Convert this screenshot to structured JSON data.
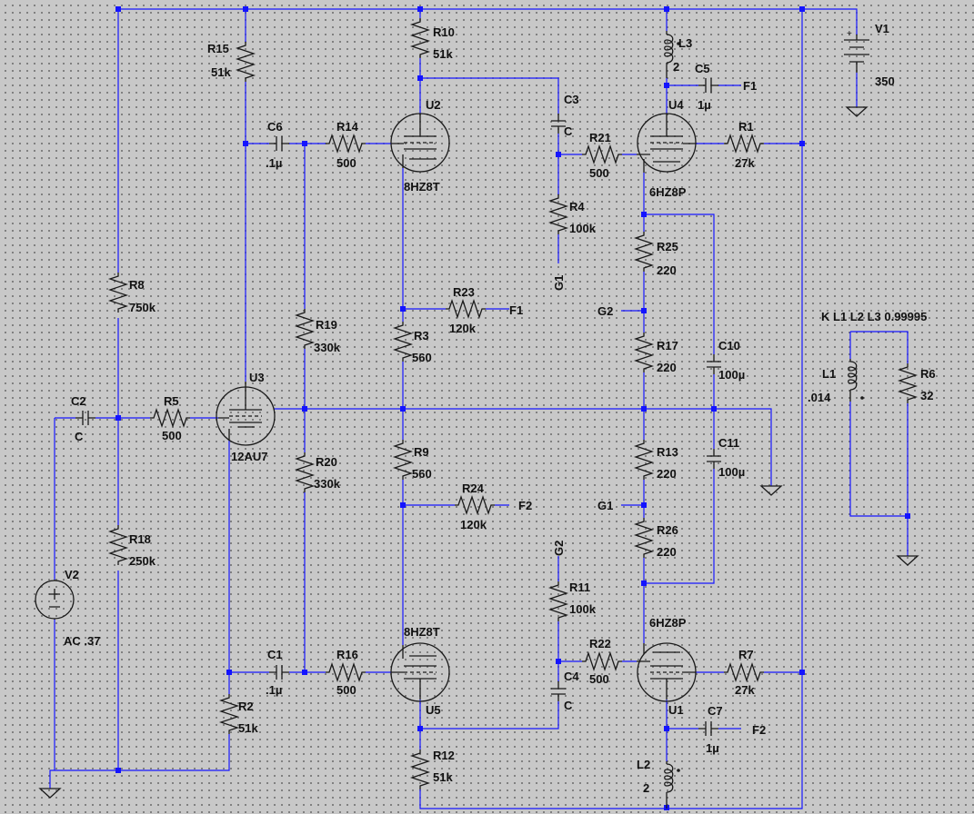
{
  "components": {
    "R15": {
      "ref": "R15",
      "value": "51k"
    },
    "R10": {
      "ref": "R10",
      "value": "51k"
    },
    "L3": {
      "ref": "L3",
      "value": "2"
    },
    "C5": {
      "ref": "C5",
      "value": "1µ"
    },
    "F1_top": "F1",
    "V1": {
      "ref": "V1",
      "value": "350"
    },
    "C6": {
      "ref": "C6",
      "value": ".1µ"
    },
    "R14": {
      "ref": "R14",
      "value": "500"
    },
    "U2": {
      "ref": "U2",
      "value": "8HZ8T"
    },
    "C3": {
      "ref": "C3",
      "value": "C"
    },
    "R21": {
      "ref": "R21",
      "value": "500"
    },
    "U4": {
      "ref": "U4",
      "value": "6HZ8P"
    },
    "R1": {
      "ref": "R1",
      "value": "27k"
    },
    "R4": {
      "ref": "R4",
      "value": "100k"
    },
    "G1_top": "G1",
    "R25": {
      "ref": "R25",
      "value": "220"
    },
    "R8": {
      "ref": "R8",
      "value": "750k"
    },
    "R23": {
      "ref": "R23",
      "value": "120k"
    },
    "F1_mid": "F1",
    "G2_left": "G2",
    "R19": {
      "ref": "R19",
      "value": "330k"
    },
    "R3": {
      "ref": "R3",
      "value": "560"
    },
    "R17": {
      "ref": "R17",
      "value": "220"
    },
    "C10": {
      "ref": "C10",
      "value": "100µ"
    },
    "U3": {
      "ref": "U3",
      "value": "12AU7"
    },
    "C2": {
      "ref": "C2",
      "value": "C"
    },
    "R5": {
      "ref": "R5",
      "value": "500"
    },
    "R9": {
      "ref": "R9",
      "value": "560"
    },
    "R13": {
      "ref": "R13",
      "value": "220"
    },
    "C11": {
      "ref": "C11",
      "value": "100µ"
    },
    "R20": {
      "ref": "R20",
      "value": "330k"
    },
    "R24": {
      "ref": "R24",
      "value": "120k"
    },
    "F2_mid": "F2",
    "G1_left": "G1",
    "R26": {
      "ref": "R26",
      "value": "220"
    },
    "R18": {
      "ref": "R18",
      "value": "250k"
    },
    "G2_bottom": "G2",
    "R11": {
      "ref": "R11",
      "value": "100k"
    },
    "V2": {
      "ref": "V2",
      "value": "AC .37"
    },
    "U5": {
      "ref": "U5",
      "value": "8HZ8T"
    },
    "C4": {
      "ref": "C4",
      "value": "C"
    },
    "R22": {
      "ref": "R22",
      "value": "500"
    },
    "U1": {
      "ref": "U1",
      "value": "6HZ8P"
    },
    "R7": {
      "ref": "R7",
      "value": "27k"
    },
    "C1": {
      "ref": "C1",
      "value": ".1µ"
    },
    "R16": {
      "ref": "R16",
      "value": "500"
    },
    "R2": {
      "ref": "R2",
      "value": "51k"
    },
    "C7": {
      "ref": "C7",
      "value": "1µ"
    },
    "F2_bottom": "F2",
    "R12": {
      "ref": "R12",
      "value": "51k"
    },
    "L2": {
      "ref": "L2",
      "value": "2"
    },
    "L1": {
      "ref": "L1",
      "value": ".014"
    },
    "R6": {
      "ref": "R6",
      "value": "32"
    }
  },
  "directive": "K L1 L2 L3 0.99995",
  "colors": {
    "wire": "#1717ff",
    "junction": "#1414ff",
    "component": "#1a1a1a",
    "background": "#c8c8c8",
    "grid_dot": "#6e6e6e"
  }
}
